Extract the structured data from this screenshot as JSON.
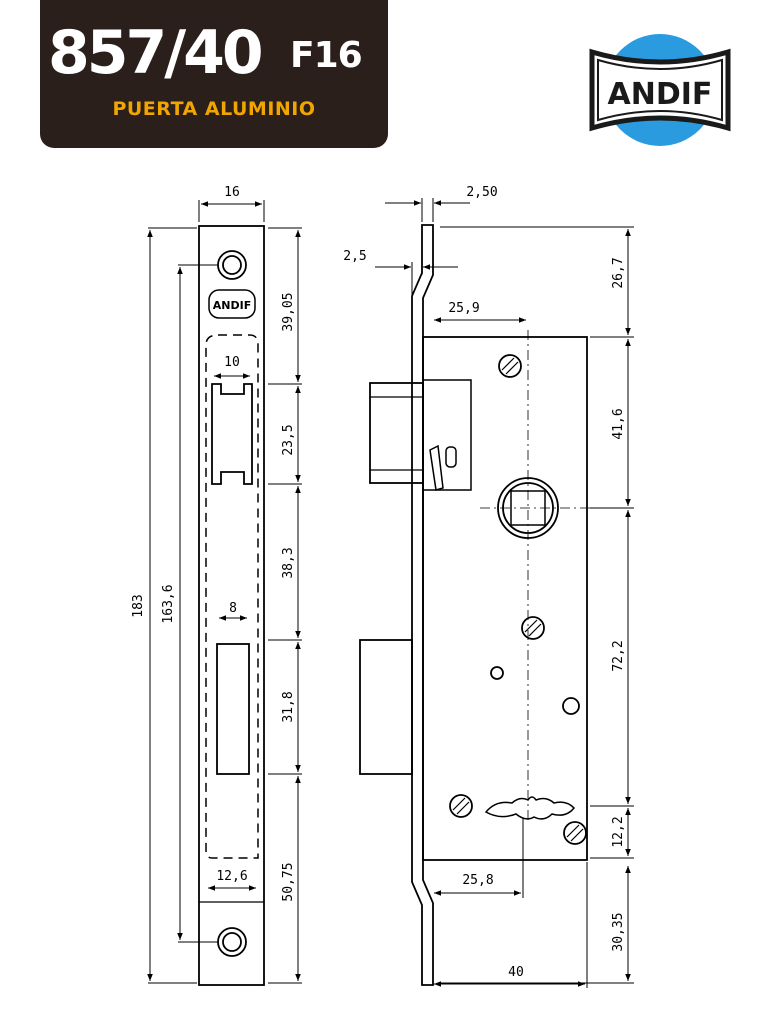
{
  "header": {
    "model": "857/40",
    "variant": "F16",
    "subtitle": "PUERTA ALUMINIO"
  },
  "logo": {
    "brand": "ANDIF",
    "colors": {
      "blue": "#2b9be0",
      "dark": "#1a1a1a"
    }
  },
  "faceplate_dims": {
    "width": "16",
    "total_height": "183",
    "screw_spacing": "163,6",
    "top_to_latch": "39,05",
    "latch_height": "23,5",
    "latch_to_bolt": "38,3",
    "bolt_height": "31,8",
    "bolt_to_bottom": "50,75",
    "latch_width": "10",
    "bolt_width": "8",
    "inner_width": "12,6",
    "plate_logo": "ANDIF"
  },
  "side_dims": {
    "plate_thickness": "2,50",
    "offset": "2,5",
    "backset_to_handle": "25,9",
    "top_offset": "26,7",
    "top_to_handle": "41,6",
    "handle_to_key": "72,2",
    "key_to_bottom": "12,2",
    "bottom_offset": "30,35",
    "key_backset": "25,8",
    "body_width": "40"
  }
}
